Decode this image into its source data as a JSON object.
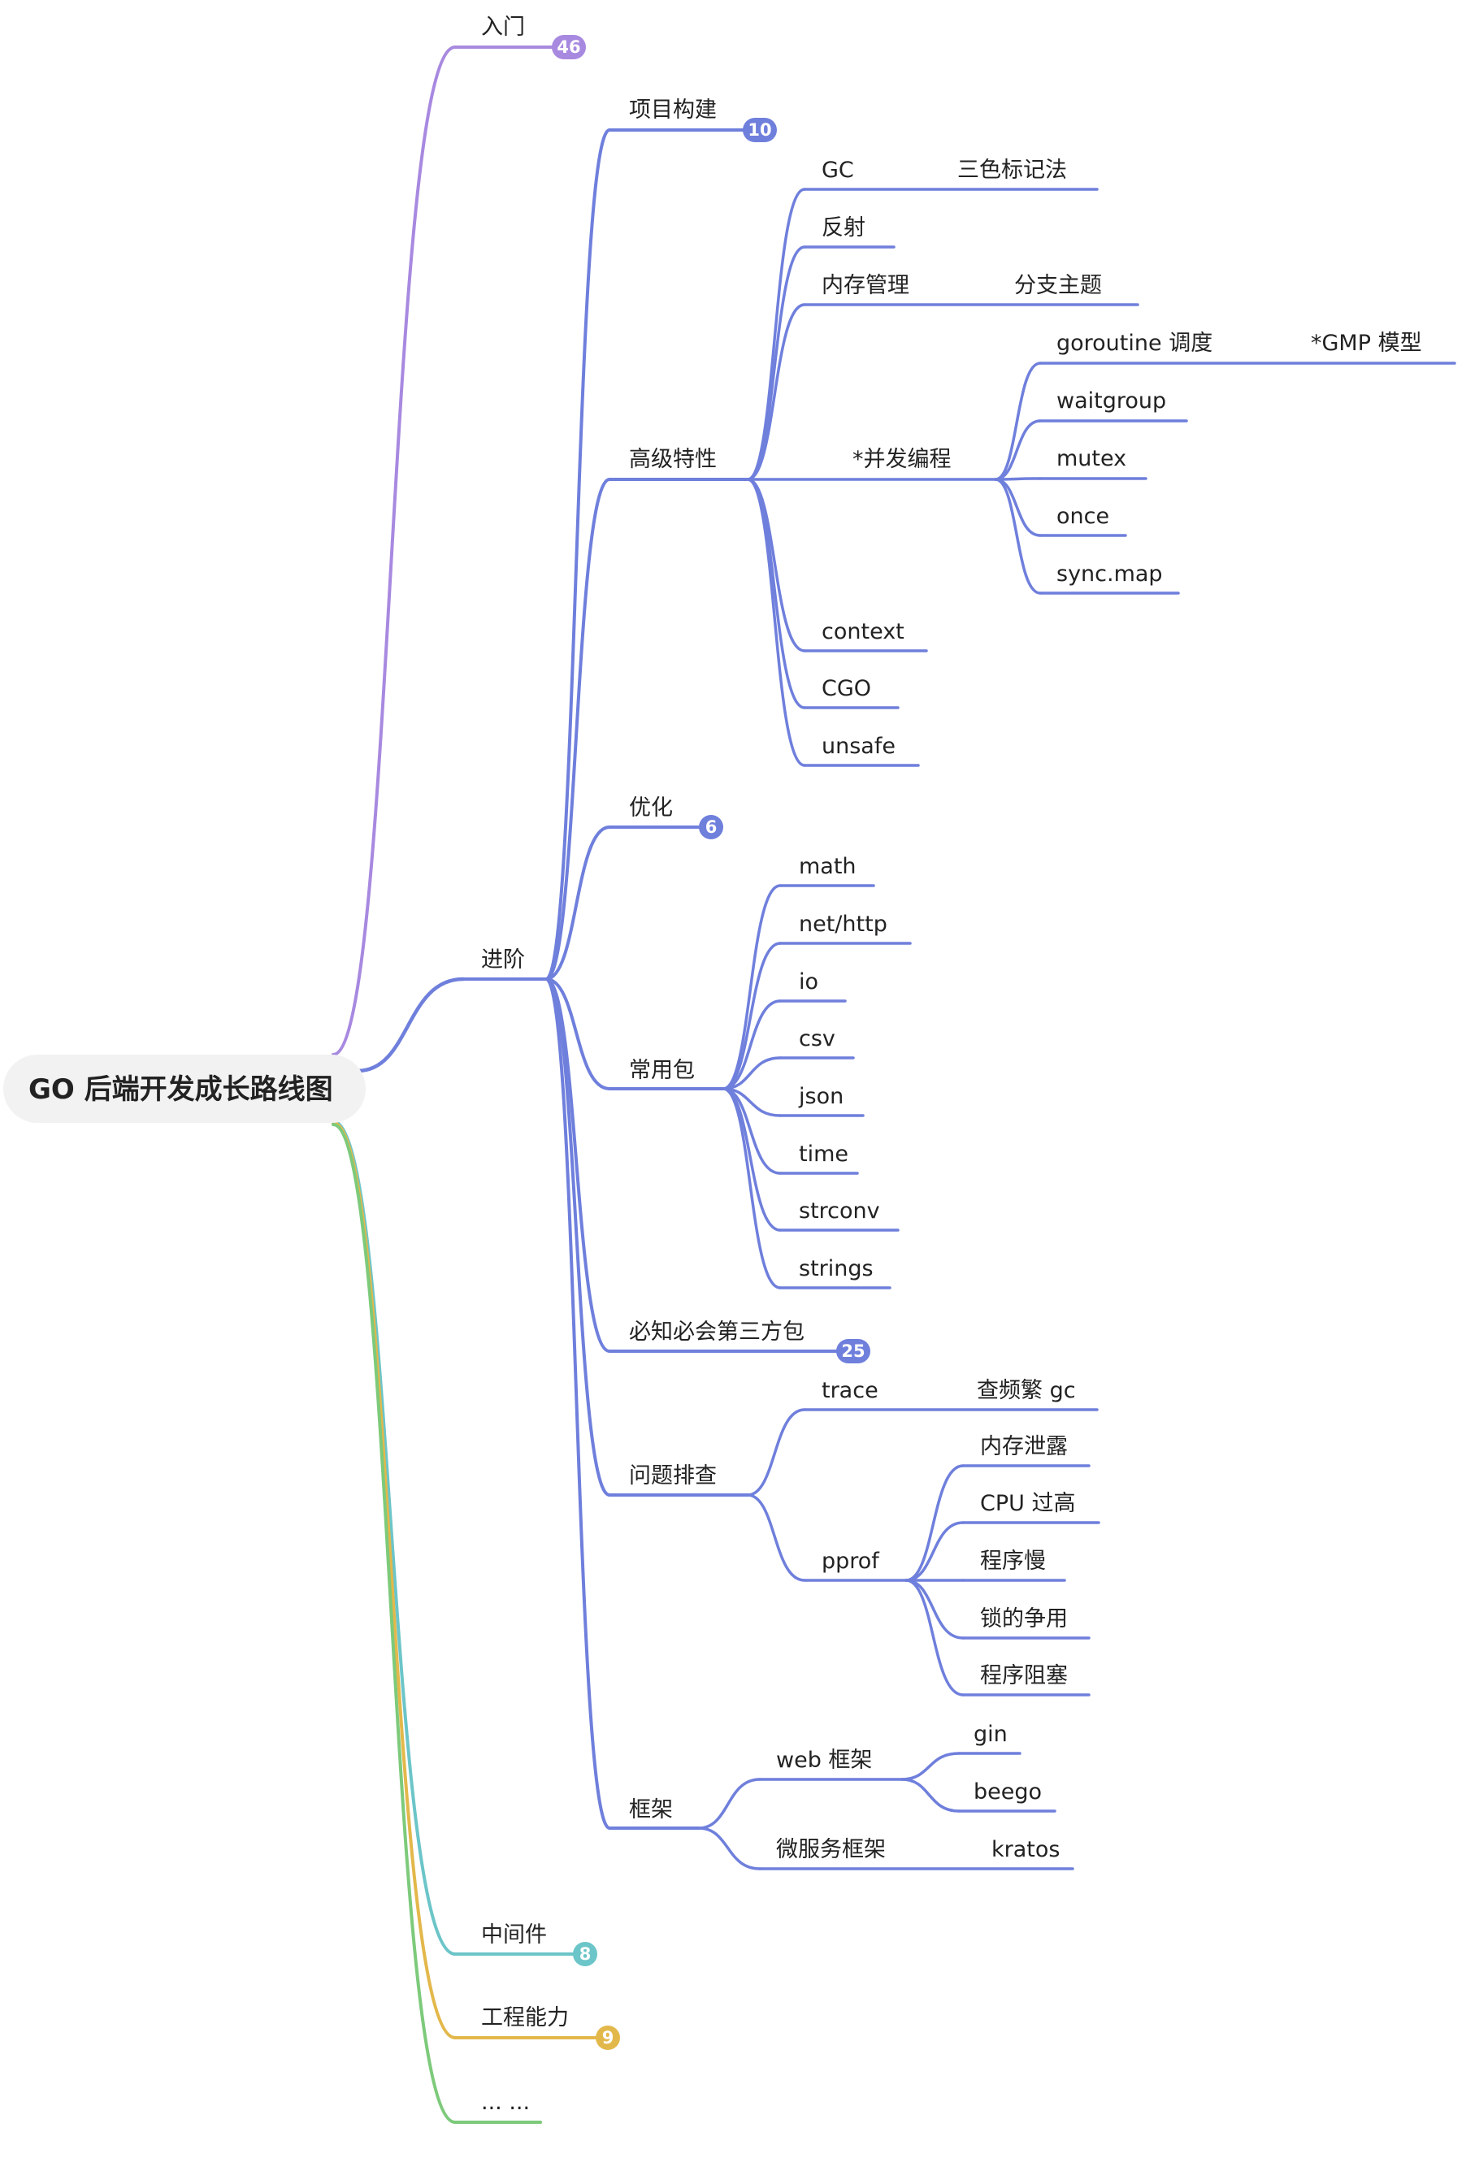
{
  "colors": {
    "background": "#ffffff",
    "root_fill": "#f2f2f2",
    "text": "#222222",
    "purple": "#a889e0",
    "blue": "#6f7fdc",
    "teal": "#6cc5c8",
    "gold": "#e3b84b",
    "green": "#7dca7b"
  },
  "root": {
    "label": "GO 后端开发成长路线图"
  },
  "branches": {
    "intro": {
      "label": "入门",
      "count": "46"
    },
    "advanced": {
      "label": "进阶",
      "project": {
        "label": "项目构建",
        "count": "10"
      },
      "features": {
        "label": "高级特性",
        "gc": {
          "label": "GC",
          "child": "三色标记法"
        },
        "reflect": {
          "label": "反射"
        },
        "memory": {
          "label": "内存管理",
          "child": "分支主题"
        },
        "concurrency": {
          "label": "*并发编程",
          "goroutine": {
            "label": "goroutine 调度",
            "child": "*GMP 模型"
          },
          "items": [
            "waitgroup",
            "mutex",
            "once",
            "sync.map"
          ]
        },
        "tail": [
          "context",
          "CGO",
          "unsafe"
        ]
      },
      "optimize": {
        "label": "优化",
        "count": "6"
      },
      "packages": {
        "label": "常用包",
        "items": [
          "math",
          "net/http",
          "io",
          "csv",
          "json",
          "time",
          "strconv",
          "strings"
        ]
      },
      "thirdparty": {
        "label": "必知必会第三方包",
        "count": "25"
      },
      "debug": {
        "label": "问题排查",
        "trace": {
          "label": "trace",
          "child": "查频繁 gc"
        },
        "pprof": {
          "label": "pprof",
          "items": [
            "内存泄露",
            "CPU 过高",
            "程序慢",
            "锁的争用",
            "程序阻塞"
          ]
        }
      },
      "frameworks": {
        "label": "框架",
        "web": {
          "label": "web 框架",
          "items": [
            "gin",
            "beego"
          ]
        },
        "micro": {
          "label": "微服务框架",
          "child": "kratos"
        }
      }
    },
    "middleware": {
      "label": "中间件",
      "count": "8"
    },
    "engineering": {
      "label": "工程能力",
      "count": "9"
    },
    "more": {
      "label": "... ..."
    }
  }
}
